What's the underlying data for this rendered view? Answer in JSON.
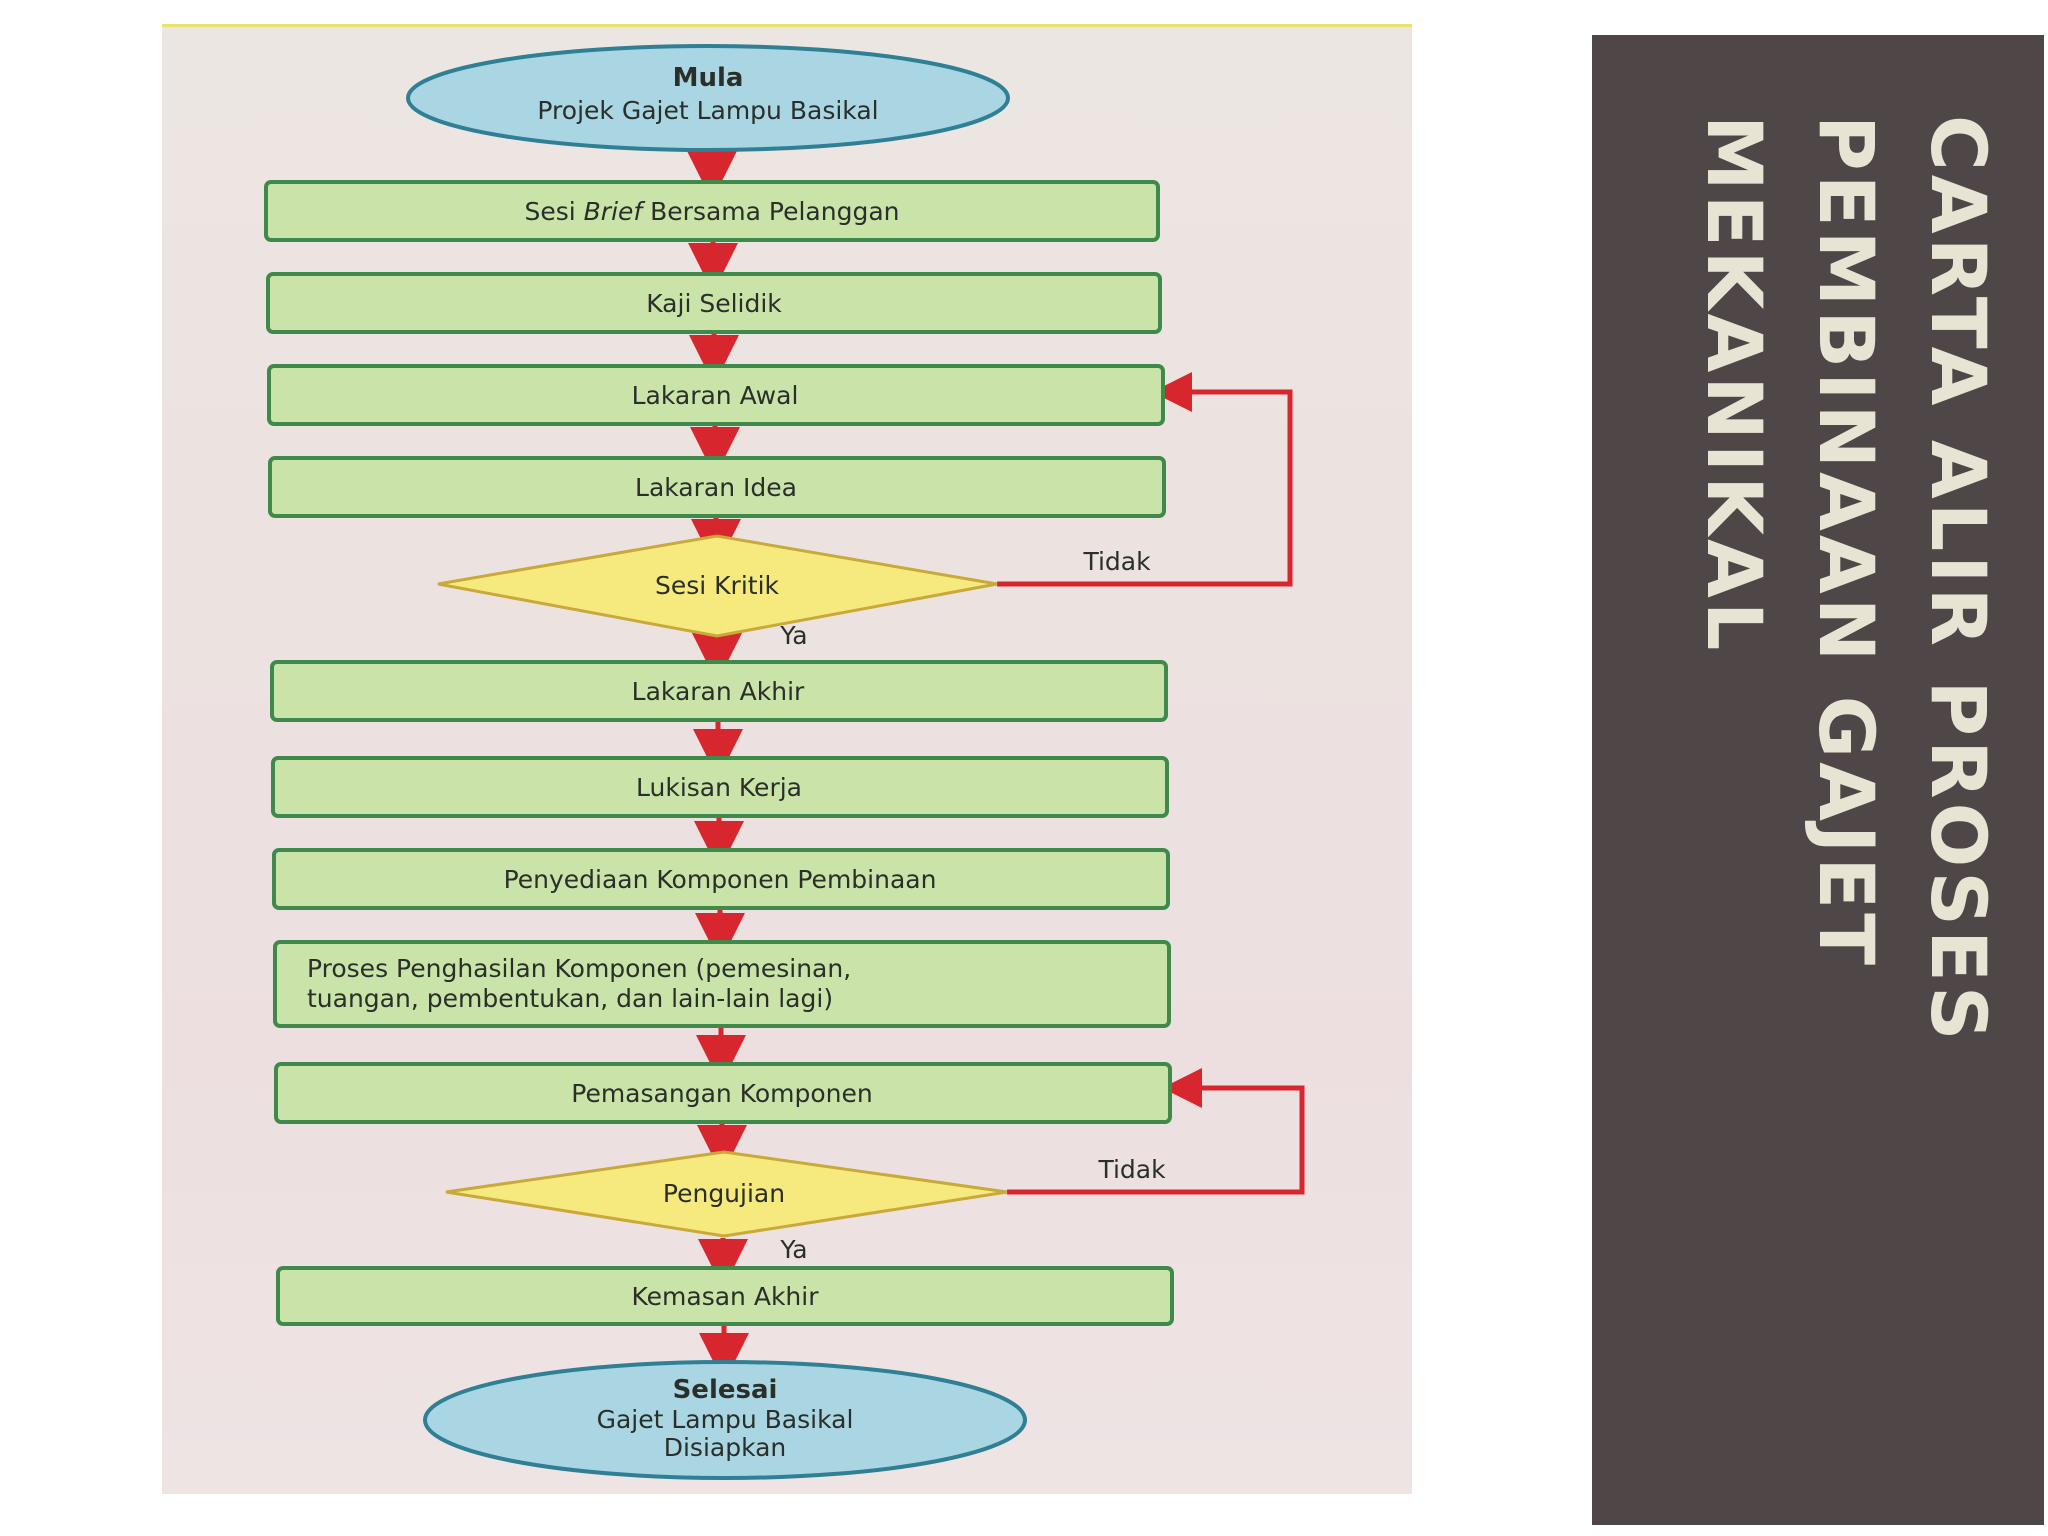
{
  "title": {
    "lines": [
      "CARTA ALIR PROSES",
      "PEMBINAAN GAJET",
      "MEKANIKAL"
    ]
  },
  "flowchart": {
    "start": {
      "heading": "Mula",
      "text": "Projek Gajet Lampu Basikal"
    },
    "steps": {
      "brief_prefix": "Sesi ",
      "brief_italic": "Brief",
      "brief_suffix": " Bersama Pelanggan",
      "kaji_selidik": "Kaji Selidik",
      "lakaran_awal": "Lakaran Awal",
      "lakaran_idea": "Lakaran Idea",
      "lakaran_akhir": "Lakaran Akhir",
      "lukisan_kerja": "Lukisan Kerja",
      "penyediaan": "Penyediaan Komponen Pembinaan",
      "proses_line1": "Proses Penghasilan Komponen (pemesinan,",
      "proses_line2": "tuangan, pembentukan, dan lain-lain lagi)",
      "pemasangan": "Pemasangan Komponen",
      "kemasan": "Kemasan Akhir"
    },
    "decisions": {
      "sesi_kritik": "Sesi Kritik",
      "pengujian": "Pengujian"
    },
    "labels": {
      "yes": "Ya",
      "no": "Tidak"
    },
    "end": {
      "heading": "Selesai",
      "line1": "Gajet Lampu Basikal",
      "line2": "Disiapkan"
    }
  },
  "colors": {
    "process_fill": "#c9e3a8",
    "process_border": "#3f8a4a",
    "decision_fill": "#f6e97e",
    "terminal_fill": "#a9d6e2",
    "arrow": "#d8262e",
    "title_panel": "#4f4747",
    "title_text": "#e8e4d3"
  }
}
